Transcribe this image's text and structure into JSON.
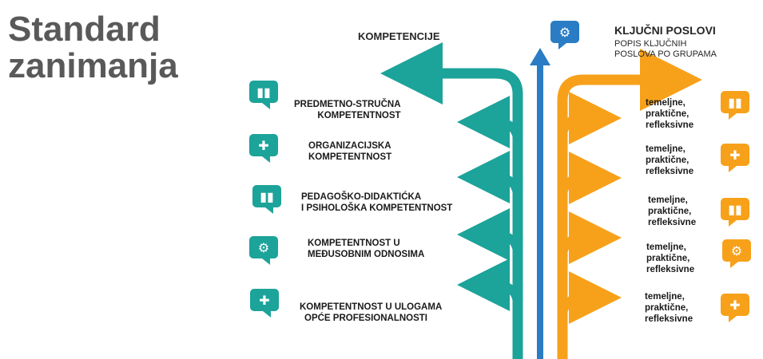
{
  "title": {
    "line1": "Standard",
    "line2": "zanimanja"
  },
  "left": {
    "header": "KOMPETENCIJE",
    "items": [
      {
        "lines": [
          "PREDMETNO-STRUČNA",
          "KOMPETENTNOST"
        ],
        "icon": "book-icon"
      },
      {
        "lines": [
          "ORGANIZACIJSKA",
          "KOMPETENTNOST"
        ],
        "icon": "puzzle-icon"
      },
      {
        "lines": [
          "PEDAGOŠKO-DIDAKTIĆKA",
          "I PSIHOLOŠKA KOMPETENTNOST"
        ],
        "icon": "book-icon"
      },
      {
        "lines": [
          "KOMPETENTNOST U",
          "MEĐUSOBNIM ODNOSIMA"
        ],
        "icon": "gear-icon"
      },
      {
        "lines": [
          "KOMPETENTNOST U ULOGAMA",
          "OPĆE PROFESIONALNOSTI"
        ],
        "icon": "puzzle-icon"
      }
    ]
  },
  "right": {
    "header_title": "KLJUČNI POSLOVI",
    "header_sub1": "POPIS KLJUČNIH",
    "header_sub2": "POSLOVA PO GRUPAMA",
    "header_icon": "gear-icon",
    "items": [
      {
        "lines": [
          "temeljne,",
          "praktične,",
          "refleksivne"
        ],
        "icon": "book-icon"
      },
      {
        "lines": [
          "temeljne,",
          "praktične,",
          "refleksivne"
        ],
        "icon": "puzzle-icon"
      },
      {
        "lines": [
          "temeljne,",
          "praktične,",
          "refleksivne"
        ],
        "icon": "book-icon"
      },
      {
        "lines": [
          "temeljne,",
          "praktične,",
          "refleksivne"
        ],
        "icon": "gear-icon"
      },
      {
        "lines": [
          "temeljne,",
          "praktične,",
          "refleksivne"
        ],
        "icon": "puzzle-icon"
      }
    ]
  },
  "colors": {
    "teal": "#1ca39a",
    "orange": "#f7a11a",
    "blue": "#2a7cc4",
    "title": "#595959"
  },
  "glyphs": {
    "book-icon": "📖",
    "puzzle-icon": "✚",
    "gear-icon": "⚙"
  }
}
